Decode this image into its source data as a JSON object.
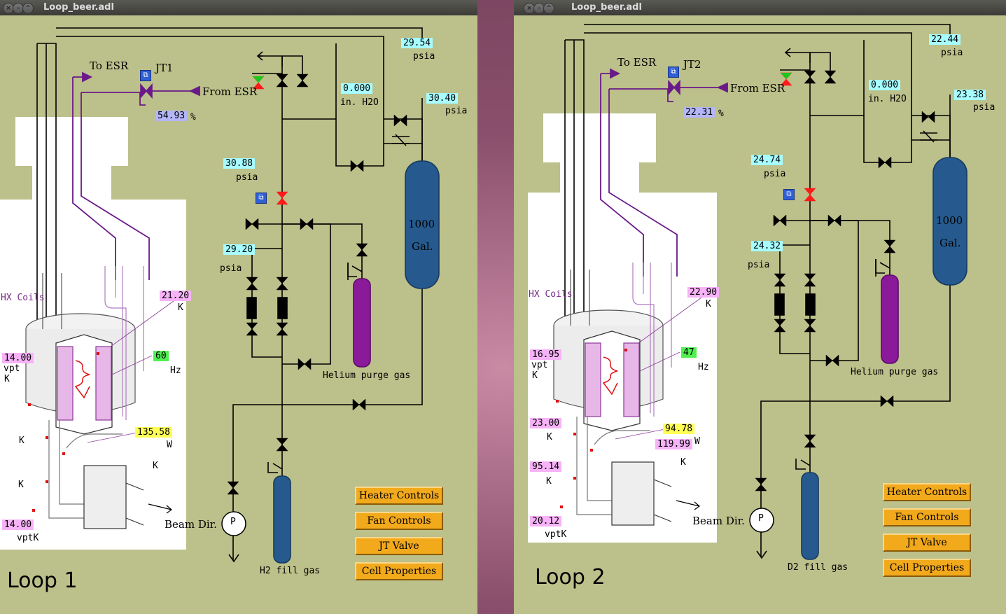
{
  "windows": [
    {
      "title": "Loop_beer.adl",
      "loop_label": "Loop 1",
      "jt_label": "JT1",
      "to_esr": "To ESR",
      "from_esr": "From ESR",
      "jt_valve_pct": "54.93",
      "pct_unit": "%",
      "p_top": "29.54",
      "p_top_unit": "psia",
      "dp": "0.000",
      "dp_unit": "in. H2O",
      "p_tank": "30.40",
      "p_tank_unit": "psia",
      "p_mid": "30.88",
      "p_mid_unit": "psia",
      "p_low": "29.20",
      "p_low_unit": "psia",
      "tank_label_1": "1000",
      "tank_label_2": "Gal.",
      "hx_label": "HX Coils",
      "t_hx": "21.20",
      "t_hx_unit": "K",
      "fan_hz": "60",
      "fan_unit": "Hz",
      "t_vpt": "14.00",
      "t_vpt_l1": "vpt",
      "t_vpt_l2": "K",
      "heater_w": "135.58",
      "heater_unit": "W",
      "t_a": "",
      "t_a_unit": "K",
      "t_b": "",
      "t_b_unit": "K",
      "t_c": "",
      "t_c_unit": "K",
      "t_vptk": "14.00",
      "t_vptk_unit": "vptK",
      "purge_label": "Helium purge gas",
      "fill_label": "H2 fill gas",
      "beam_label": "Beam Dir.",
      "pump_label": "P",
      "buttons": [
        "Heater Controls",
        "Fan Controls",
        "JT Valve",
        "Cell Properties"
      ]
    },
    {
      "title": "Loop_beer.adl",
      "loop_label": "Loop 2",
      "jt_label": "JT2",
      "to_esr": "To ESR",
      "from_esr": "From ESR",
      "jt_valve_pct": "22.31",
      "pct_unit": "%",
      "p_top": "22.44",
      "p_top_unit": "psia",
      "dp": "0.000",
      "dp_unit": "in. H2O",
      "p_tank": "23.38",
      "p_tank_unit": "psia",
      "p_mid": "24.74",
      "p_mid_unit": "psia",
      "p_low": "24.32",
      "p_low_unit": "psia",
      "tank_label_1": "1000",
      "tank_label_2": "Gal.",
      "hx_label": "HX Coils",
      "t_hx": "22.90",
      "t_hx_unit": "K",
      "fan_hz": "47",
      "fan_unit": "Hz",
      "t_vpt": "16.95",
      "t_vpt_l1": "vpt",
      "t_vpt_l2": "K",
      "heater_w": "94.78",
      "heater_unit": "W",
      "t_a": "23.00",
      "t_a_unit": "K",
      "t_b": "119.99",
      "t_b_unit": "K",
      "t_c": "95.14",
      "t_c_unit": "K",
      "t_vptk": "20.12",
      "t_vptk_unit": "vptK",
      "purge_label": "Helium purge gas",
      "fill_label": "D2 fill gas",
      "beam_label": "Beam Dir.",
      "pump_label": "P",
      "buttons": [
        "Heater Controls",
        "Fan Controls",
        "JT Valve",
        "Cell Properties"
      ]
    }
  ],
  "colors": {
    "panel_bg": "#bcc08a",
    "tank": "#265a8e",
    "purge": "#8b1a9a",
    "pipe_purple": "#6a1a88",
    "valve_red": "#ff1a1a",
    "button": "#f2a91c"
  }
}
